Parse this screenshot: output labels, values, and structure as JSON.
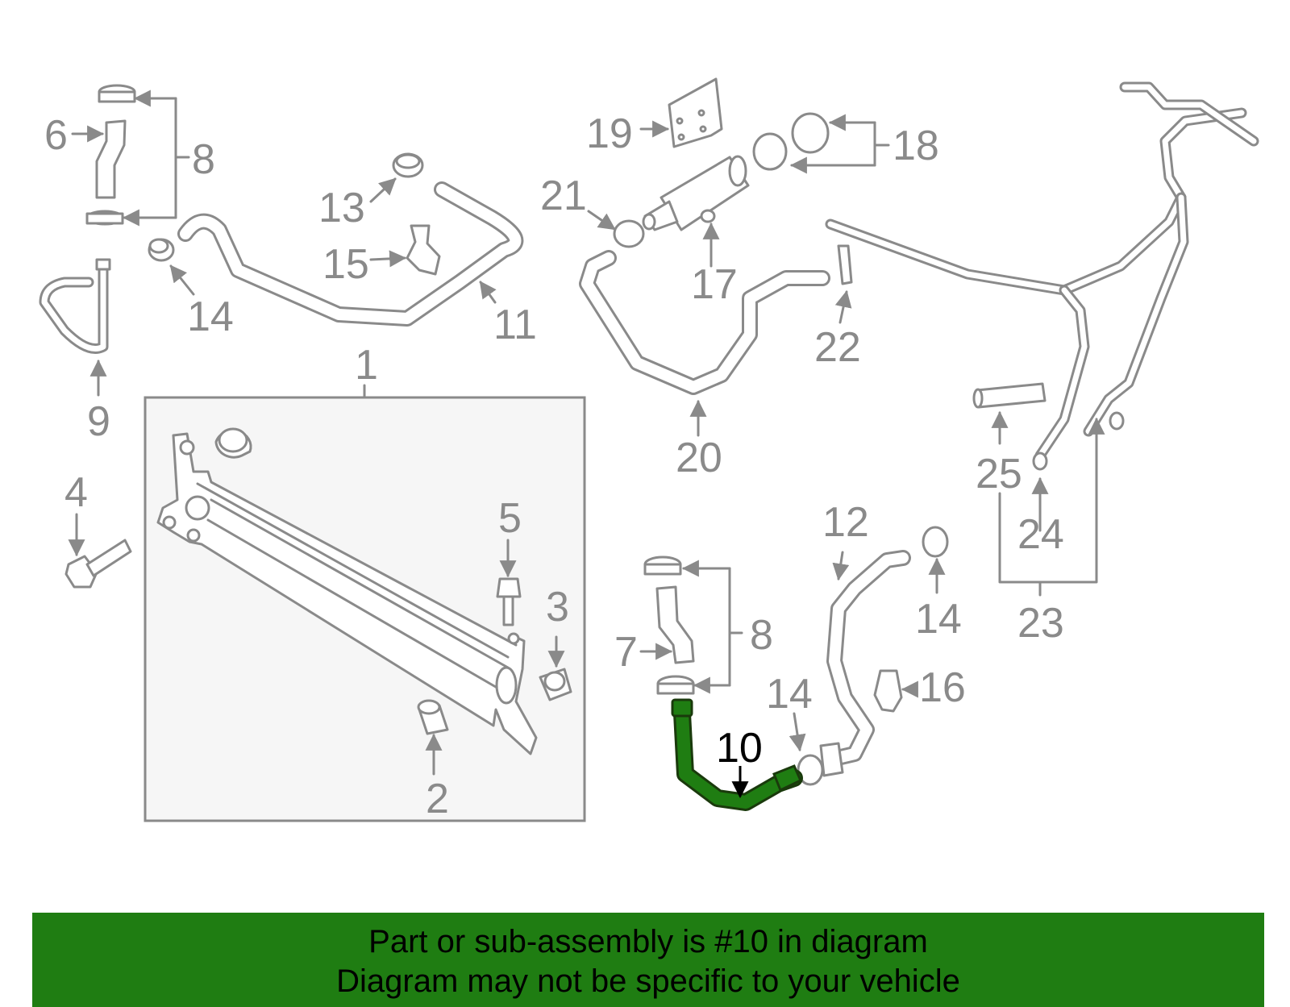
{
  "callouts": {
    "c1": "1",
    "c2": "2",
    "c3": "3",
    "c4": "4",
    "c5": "5",
    "c6": "6",
    "c7": "7",
    "c8a": "8",
    "c8b": "8",
    "c9": "9",
    "c10": "10",
    "c11": "11",
    "c12": "12",
    "c13": "13",
    "c14a": "14",
    "c14b": "14",
    "c14c": "14",
    "c15": "15",
    "c16": "16",
    "c17": "17",
    "c18": "18",
    "c19": "19",
    "c20": "20",
    "c21": "21",
    "c22": "22",
    "c23": "23",
    "c24": "24",
    "c25": "25"
  },
  "highlight": {
    "part_number": "10",
    "color": "#1f7d12"
  },
  "colors": {
    "line": "#8a8a8a",
    "box_fill": "#f6f6f6",
    "highlight": "#1f7d12",
    "footer_bg": "#1f7d12"
  },
  "footer": {
    "line1": "Part or sub-assembly is #10 in diagram",
    "line2": "Diagram may not be specific to your vehicle"
  }
}
